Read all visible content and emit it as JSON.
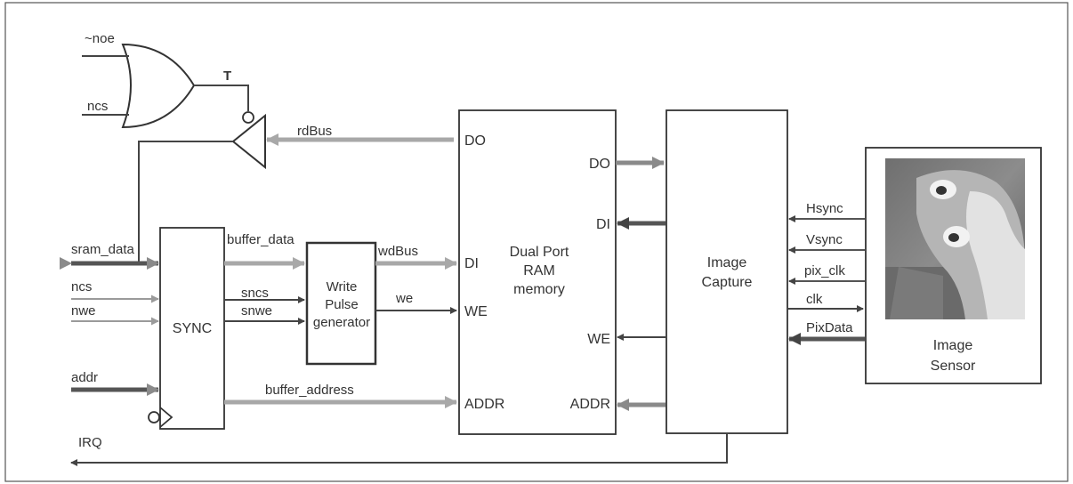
{
  "inputs": {
    "noe": "~noe",
    "ncs_gate": "ncs",
    "sram_data": "sram_data",
    "ncs": "ncs",
    "nwe": "nwe",
    "addr": "addr",
    "irq": "IRQ"
  },
  "gate": {
    "output_label": "T"
  },
  "buses": {
    "rdBus": "rdBus",
    "buffer_data": "buffer_data",
    "sncs": "sncs",
    "snwe": "snwe",
    "wdBus": "wdBus",
    "we": "we",
    "buffer_address": "buffer_address"
  },
  "blocks": {
    "sync": "SYNC",
    "write_pulse": [
      "Write",
      "Pulse",
      "generator"
    ],
    "dual_port_ram": [
      "Dual Port",
      "RAM",
      "memory"
    ],
    "image_capture": [
      "Image",
      "Capture"
    ],
    "image_sensor": [
      "Image",
      "Sensor"
    ]
  },
  "ram_ports_left": {
    "do": "DO",
    "di": "DI",
    "we": "WE",
    "addr": "ADDR"
  },
  "ram_ports_right": {
    "do": "DO",
    "di": "DI",
    "we": "WE",
    "addr": "ADDR"
  },
  "sensor_signals": {
    "hsync": "Hsync",
    "vsync": "Vsync",
    "pix_clk": "pix_clk",
    "clk": "clk",
    "pixdata": "PixData"
  },
  "colors": {
    "line_dark": "#444444",
    "line_light": "#a8a8a8",
    "box_stroke": "#333333"
  }
}
